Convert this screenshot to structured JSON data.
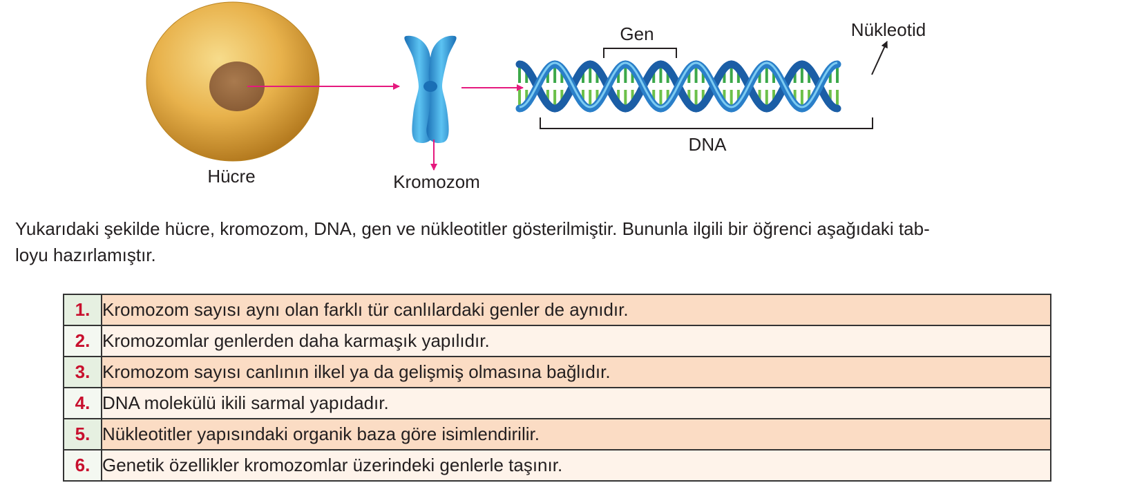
{
  "diagram": {
    "labels": {
      "cell": "Hücre",
      "chromosome": "Kromozom",
      "gene": "Gen",
      "nucleotide": "Nükleotid",
      "dna": "DNA"
    },
    "colors": {
      "cell_body": "#e8b24c",
      "nucleus": "#9c6d44",
      "chromosome": "#2f93d6",
      "dna_strand": "#2a7fc9",
      "base_pairs": "#3ca84a",
      "arrows": "#e5197e"
    }
  },
  "paragraph": {
    "line1": "Yukarıdaki şekilde hücre, kromozom, DNA, gen ve nükleotitler gösterilmiştir. Bununla ilgili bir öğrenci aşağıdaki tab-",
    "line2": "loyu hazırlamıştır."
  },
  "table": {
    "rows": [
      {
        "number": "1.",
        "text": "Kromozom sayısı aynı olan farklı tür canlılardaki genler de aynıdır."
      },
      {
        "number": "2.",
        "text": "Kromozomlar genlerden daha karmaşık yapılıdır."
      },
      {
        "number": "3.",
        "text": "Kromozom sayısı canlının ilkel ya da gelişmiş olmasına bağlıdır."
      },
      {
        "number": "4.",
        "text": "DNA molekülü ikili sarmal yapıdadır."
      },
      {
        "number": "5.",
        "text": "Nükleotitler yapısındaki organik baza göre isimlendirilir."
      },
      {
        "number": "6.",
        "text": "Genetik özellikler kromozomlar üzerindeki genlerle taşınır."
      }
    ]
  }
}
